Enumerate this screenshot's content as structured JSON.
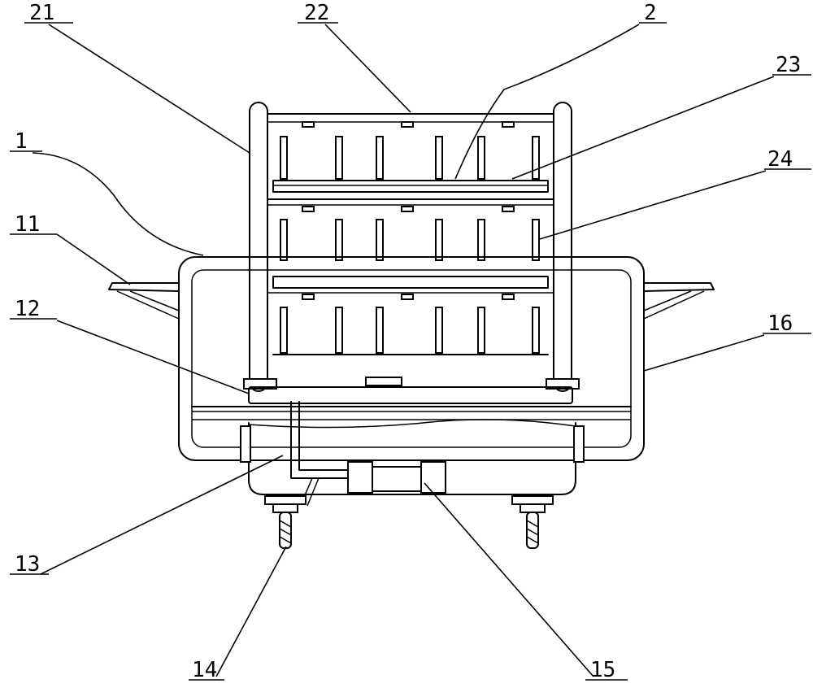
{
  "callouts": [
    {
      "id": "c21",
      "text": "21"
    },
    {
      "id": "c22",
      "text": "22"
    },
    {
      "id": "c2",
      "text": "2"
    },
    {
      "id": "c23",
      "text": "23"
    },
    {
      "id": "c24",
      "text": "24"
    },
    {
      "id": "c1",
      "text": "1"
    },
    {
      "id": "c11",
      "text": "11"
    },
    {
      "id": "c12",
      "text": "12"
    },
    {
      "id": "c16",
      "text": "16"
    },
    {
      "id": "c13",
      "text": "13"
    },
    {
      "id": "c14",
      "text": "14"
    },
    {
      "id": "c15",
      "text": "15"
    }
  ]
}
